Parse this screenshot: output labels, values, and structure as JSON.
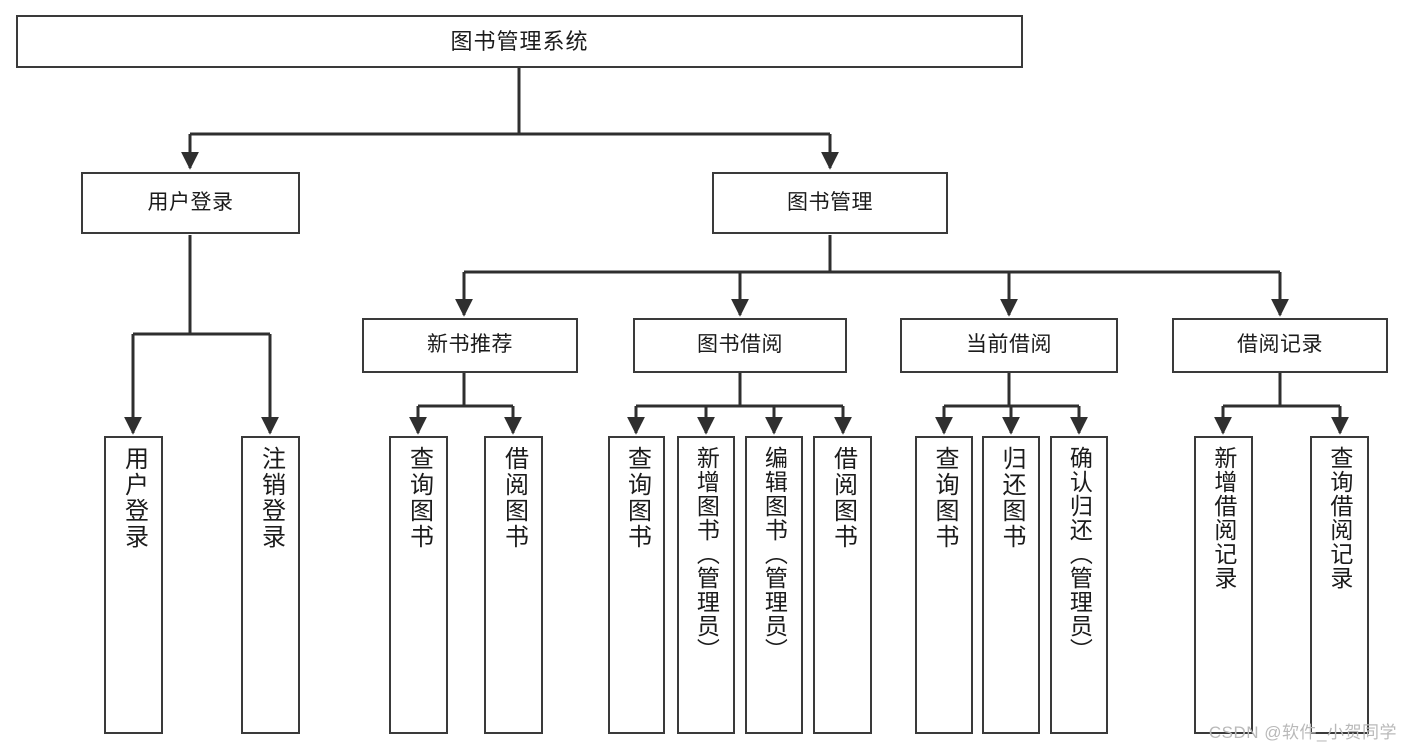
{
  "diagram": {
    "title": "图书管理系统",
    "type": "tree-hierarchy",
    "watermark": "CSDN @软件_小贺同学",
    "colors": {
      "box_border": "#3a3a3a",
      "box_fill": "#ffffff",
      "edge": "#2f2f2f",
      "text": "#1b1b1b",
      "watermark": "#b9b9b9",
      "background": "#ffffff"
    },
    "nodes": {
      "root": {
        "id": "root",
        "label": "图书管理系统",
        "level": 0,
        "orientation": "horizontal"
      },
      "level1": [
        {
          "id": "user-login",
          "label": "用户登录",
          "level": 1,
          "orientation": "horizontal"
        },
        {
          "id": "book-manage",
          "label": "图书管理",
          "level": 1,
          "orientation": "horizontal"
        }
      ],
      "level2": [
        {
          "id": "new-book-recommend",
          "label": "新书推荐",
          "level": 2,
          "orientation": "horizontal",
          "parent": "book-manage"
        },
        {
          "id": "book-borrow",
          "label": "图书借阅",
          "level": 2,
          "orientation": "horizontal",
          "parent": "book-manage"
        },
        {
          "id": "current-borrow",
          "label": "当前借阅",
          "level": 2,
          "orientation": "horizontal",
          "parent": "book-manage"
        },
        {
          "id": "borrow-record",
          "label": "借阅记录",
          "level": 2,
          "orientation": "horizontal",
          "parent": "book-manage"
        }
      ],
      "leaves": [
        {
          "id": "leaf-user-login",
          "label": "用户登录",
          "parent": "user-login",
          "orientation": "vertical"
        },
        {
          "id": "leaf-user-logout",
          "label": "注销登录",
          "parent": "user-login",
          "orientation": "vertical"
        },
        {
          "id": "leaf-query-book-1",
          "label": "查询图书",
          "parent": "new-book-recommend",
          "orientation": "vertical"
        },
        {
          "id": "leaf-borrow-book-1",
          "label": "借阅图书",
          "parent": "new-book-recommend",
          "orientation": "vertical"
        },
        {
          "id": "leaf-query-book-2",
          "label": "查询图书",
          "parent": "book-borrow",
          "orientation": "vertical"
        },
        {
          "id": "leaf-add-book",
          "label": "新增图书（管理员）",
          "parent": "book-borrow",
          "orientation": "vertical"
        },
        {
          "id": "leaf-edit-book",
          "label": "编辑图书（管理员）",
          "parent": "book-borrow",
          "orientation": "vertical"
        },
        {
          "id": "leaf-borrow-book-2",
          "label": "借阅图书",
          "parent": "book-borrow",
          "orientation": "vertical"
        },
        {
          "id": "leaf-query-book-3",
          "label": "查询图书",
          "parent": "current-borrow",
          "orientation": "vertical"
        },
        {
          "id": "leaf-return-book",
          "label": "归还图书",
          "parent": "current-borrow",
          "orientation": "vertical"
        },
        {
          "id": "leaf-confirm-return",
          "label": "确认归还（管理员）",
          "parent": "current-borrow",
          "orientation": "vertical"
        },
        {
          "id": "leaf-add-record",
          "label": "新增借阅记录",
          "parent": "borrow-record",
          "orientation": "vertical"
        },
        {
          "id": "leaf-query-record",
          "label": "查询借阅记录",
          "parent": "borrow-record",
          "orientation": "vertical"
        }
      ]
    }
  }
}
